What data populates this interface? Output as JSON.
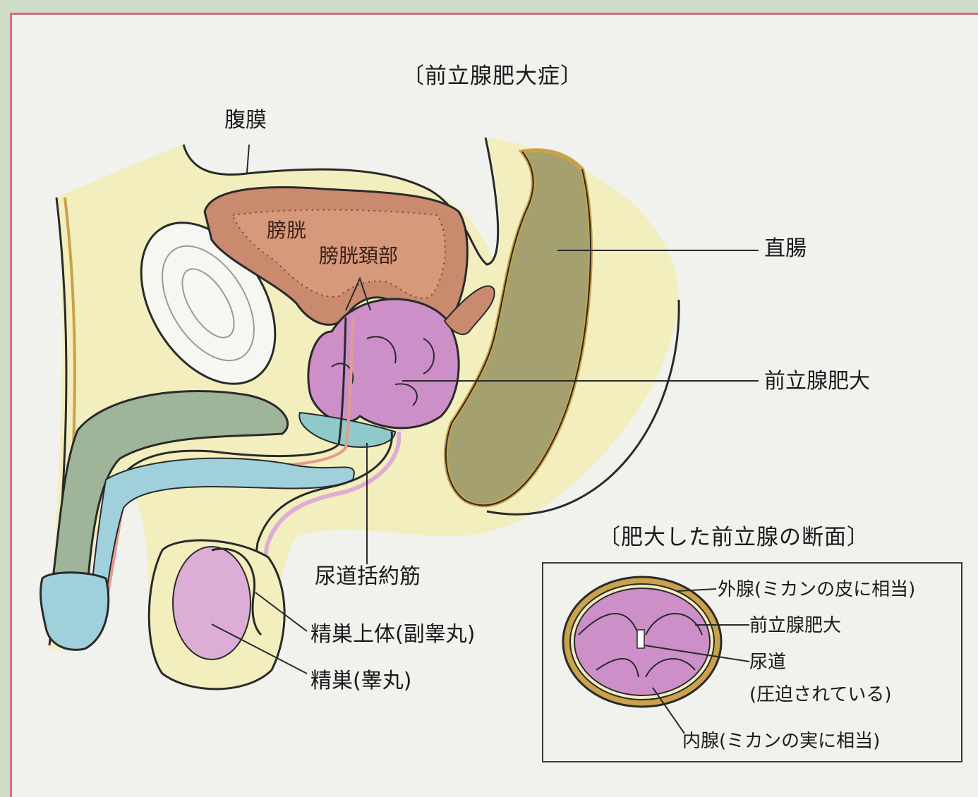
{
  "diagram": {
    "title": "〔前立腺肥大症〕",
    "labels": {
      "peritoneum": "腹膜",
      "bladder": "膀胱",
      "bladder_neck": "膀胱頚部",
      "rectum": "直腸",
      "prostate_hypertrophy": "前立腺肥大",
      "urethral_sphincter": "尿道括約筋",
      "epididymis": "精巣上体(副睾丸)",
      "testis": "精巣(睾丸)"
    },
    "inset": {
      "title": "〔肥大した前立腺の断面〕",
      "labels": {
        "outer_gland": "外腺(ミカンの皮に相当)",
        "prostate_hypertrophy": "前立腺肥大",
        "urethra": "尿道",
        "compressed": "(圧迫されている)",
        "inner_gland": "内腺(ミカンの実に相当)"
      }
    }
  },
  "colors": {
    "background": "#f1f1ee",
    "outer_frame": "#cfdcc6",
    "frame_line": "#d86a8a",
    "body_fill": "#f3eebd",
    "bladder_fill": "#c98a6e",
    "bladder_wall": "#b86f4f",
    "prostate_fill": "#cc8fc8",
    "rectum_fill": "#a4a070",
    "penis_green": "#9fb59a",
    "urethra_blue": "#9fd0dc",
    "testis_fill": "#dcaed6",
    "bone_fill": "#f6f6f3",
    "outline": "#2a2a2a",
    "tan": "#c9a24a"
  }
}
